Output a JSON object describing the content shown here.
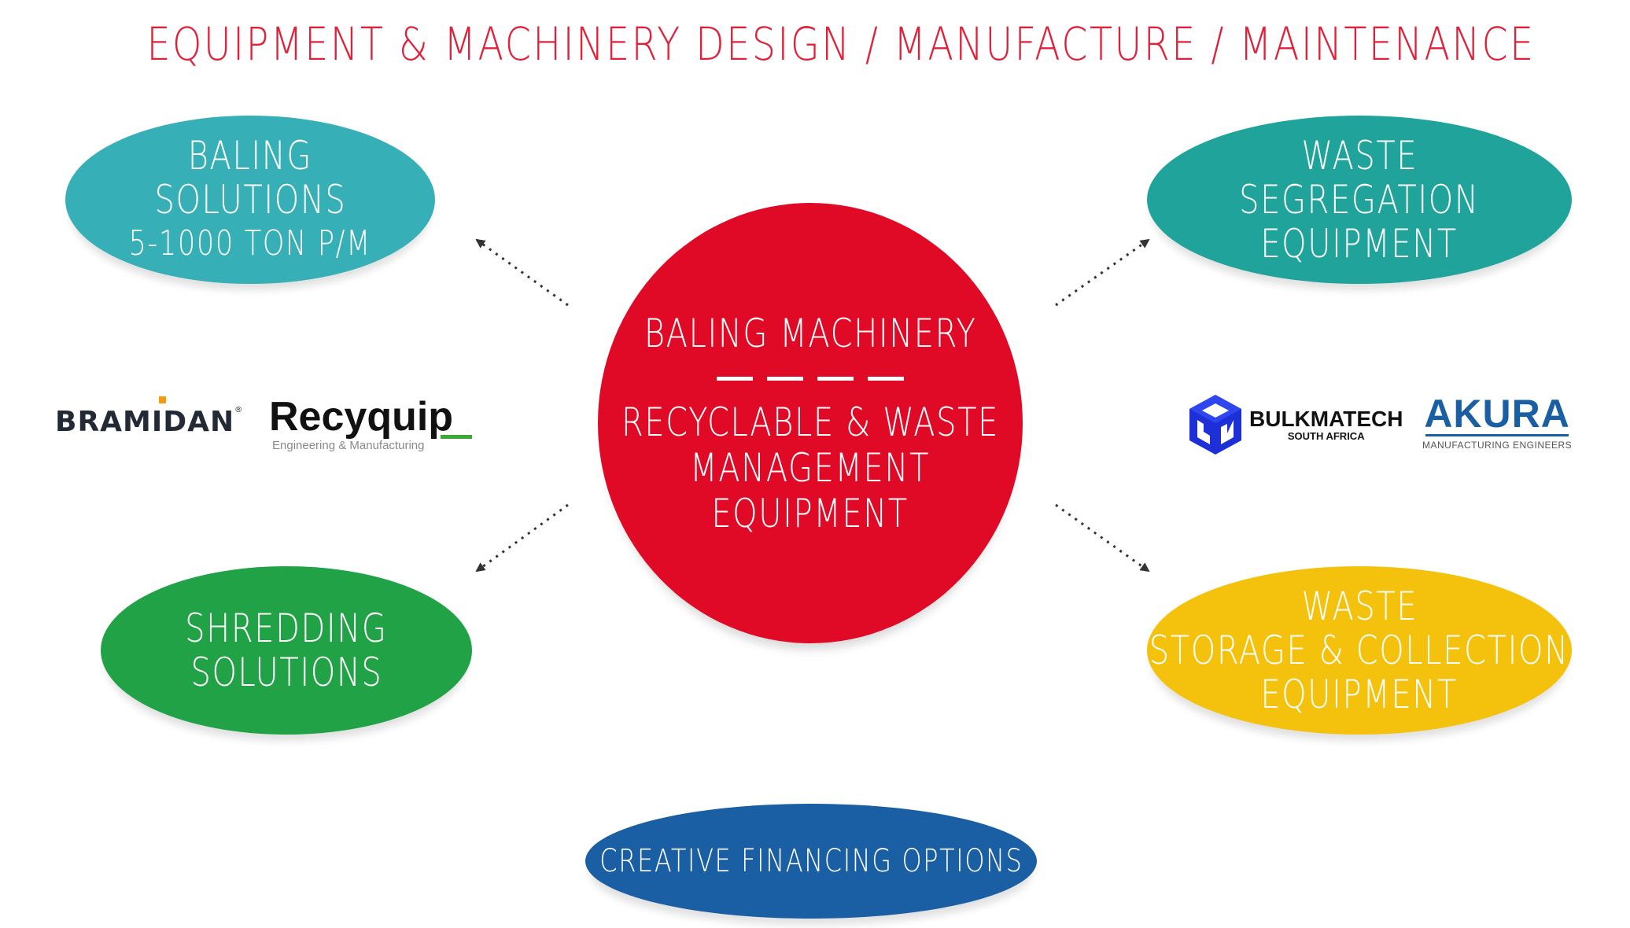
{
  "title": "EQUIPMENT & MACHINERY DESIGN / MANUFACTURE / MAINTENANCE",
  "center": {
    "line1": "BALING MACHINERY",
    "line2": "RECYCLABLE & WASTE",
    "line3": "MANAGEMENT",
    "line4": "EQUIPMENT",
    "color": "#e00a27"
  },
  "nodes": {
    "baling": {
      "lines": [
        "BALING",
        "SOLUTIONS",
        "5-1000 TON P/M"
      ],
      "color": "#36b0b6"
    },
    "segregation": {
      "lines": [
        "WASTE",
        "SEGREGATION",
        "EQUIPMENT"
      ],
      "color": "#1fa39a"
    },
    "shredding": {
      "lines": [
        "SHREDDING",
        "SOLUTIONS"
      ],
      "color": "#22a246"
    },
    "storage": {
      "lines": [
        "WASTE",
        "STORAGE & COLLECTION",
        "EQUIPMENT"
      ],
      "color": "#f4c20d"
    },
    "financing": {
      "lines": [
        "CREATIVE FINANCING OPTIONS"
      ],
      "color": "#1a5ea4"
    }
  },
  "logos": {
    "bramidan": {
      "name": "BRAMIDAN",
      "reg": "®"
    },
    "recyquip": {
      "name": "Recyquip",
      "sub": "Engineering & Manufacturing"
    },
    "bulkmatech": {
      "name": "BULKMATECH",
      "sub": "SOUTH AFRICA"
    },
    "akura": {
      "name": "AKURA",
      "sub": "MANUFACTURING ENGINEERS"
    }
  },
  "title_color": "#e0213a"
}
